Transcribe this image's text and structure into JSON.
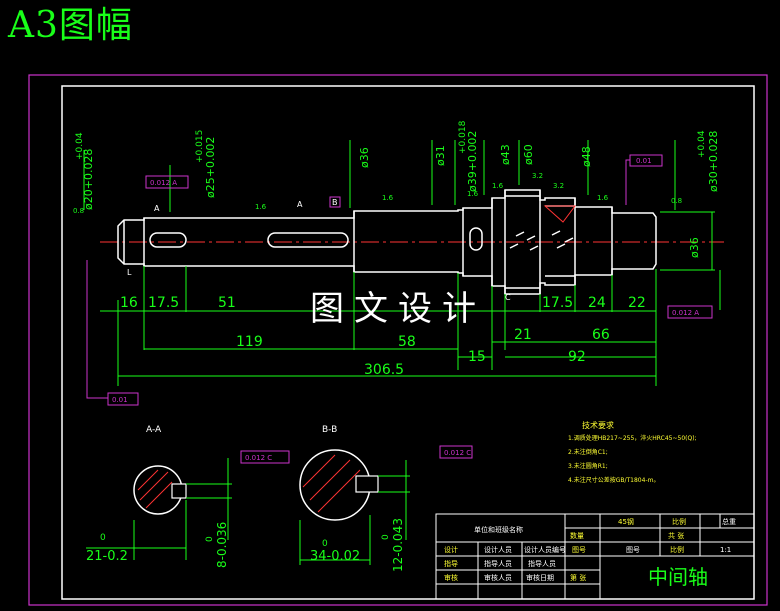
{
  "sheet_title": "A3图幅",
  "watermark": "图文设计",
  "colors": {
    "background": "#000000",
    "outer_frame": "#cc33cc",
    "inner_frame": "#ffffff",
    "part_outline": "#ffffff",
    "dimension": "#19ff19",
    "centerline": "#ff3333",
    "hatch": "#ff3333",
    "tolerance_frame": "#cc33cc",
    "annotation": "#ffff33",
    "title_text": "#19ff19"
  },
  "diameters": {
    "d20": "ø20+0.028",
    "d20_tol": "+0.04",
    "d25": "ø25+0.002",
    "d25_tol": "+0.015",
    "d36_left": "ø36",
    "d31": "ø31",
    "d39": "ø39+0.002",
    "d39_tol": "+0.018",
    "d43": "ø43",
    "d60": "ø60",
    "d48": "ø48",
    "d30": "ø30+0.028",
    "d30_tol": "+0.04",
    "d36_right": "ø36"
  },
  "lengths": {
    "l16": "16",
    "l17_5a": "17.5",
    "l51": "51",
    "l17_5b": "17.5",
    "l24": "24",
    "l22": "22",
    "l119": "119",
    "l58": "58",
    "l21": "21",
    "l66": "66",
    "l15": "15",
    "l92": "92",
    "l306_5": "306.5"
  },
  "roughness": {
    "r1": "0.8",
    "r2": "1.6",
    "r3": "1.6",
    "r4": "1.6",
    "r5": "1.6",
    "r6": "3.2",
    "r7": "3.2",
    "r8": "1.6",
    "r9": "0.8"
  },
  "tolerance_frames": {
    "t1": "0.012 A",
    "t2": "0.01",
    "t3": "0.012 A",
    "t4": "0.01",
    "t5": "0.012 C",
    "t6": "0.012 C"
  },
  "datum_labels": {
    "a_left": "A",
    "a_mid": "A",
    "b": "B",
    "c": "C",
    "box_l": "L"
  },
  "sections": {
    "aa_label": "A-A",
    "bb_label": "B-B",
    "aa_width": "21-0.2",
    "aa_depth": "8-0.036",
    "bb_width": "34-0.02",
    "bb_depth": "12-0.043",
    "aa_width_top": "0",
    "aa_depth_top": "0",
    "bb_width_top": "0",
    "bb_depth_top": "0"
  },
  "tech_requirements": {
    "heading": "技术要求",
    "lines": [
      "1.调质处理HB217~255，淬火HRC45~50(Q);",
      "2.未注倒角C1;",
      "3.未注圆角R1;",
      "4.未注尺寸公差按GB/T1804-m。"
    ]
  },
  "title_block": {
    "company": "单位和班级名称",
    "material": "45钢",
    "label_scale_hdr": "比例",
    "scale_hdr_val": "总重",
    "label_qty": "数量",
    "label_sheet": "共 张",
    "label_design": "设计",
    "designer": "设计人员",
    "designer_id": "设计人员编号",
    "label_drawno": "图号",
    "drawing_no": "图号",
    "label_ratio": "比例",
    "ratio": "1:1",
    "label_guide": "指导",
    "guide": "指导人员",
    "guide_id": "指导人员",
    "label_check": "审核",
    "checker": "审核人员",
    "check_date": "审核日期",
    "label_sheet2": "第 张",
    "part_name": "中间轴"
  }
}
